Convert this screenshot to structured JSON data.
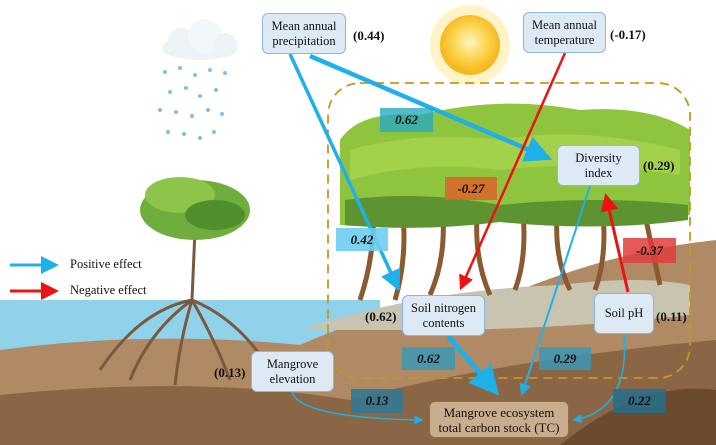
{
  "nodes": {
    "precipitation": {
      "label": "Mean annual precipitation",
      "r2": "(0.44)"
    },
    "temperature": {
      "label": "Mean annual temperature",
      "r2": "(-0.17)"
    },
    "diversity": {
      "label": "Diversity index",
      "r2": "(0.29)"
    },
    "soil_nitrogen": {
      "label": "Soil nitrogen contents",
      "r2": "(0.62)"
    },
    "soil_ph": {
      "label": "Soil pH",
      "r2": "(0.11)"
    },
    "elevation": {
      "label": "Mangrove elevation",
      "r2": "(0.13)"
    },
    "tc": {
      "label": "Mangrove ecosystem total carbon stock (TC)"
    }
  },
  "coefficients": {
    "precip_diversity": "0.62",
    "temp_nitrogen": "-0.27",
    "precip_nitrogen": "0.42",
    "ph_diversity": "-0.37",
    "nitrogen_tc": "0.62",
    "diversity_tc": "0.29",
    "elevation_tc": "0.13",
    "ph_tc": "0.22"
  },
  "legend": {
    "positive": "Positive effect",
    "negative": "Negative effect"
  },
  "colors": {
    "positive": "#1fb0ea",
    "negative": "#ee1111",
    "dashed_border": "#c8961e"
  }
}
